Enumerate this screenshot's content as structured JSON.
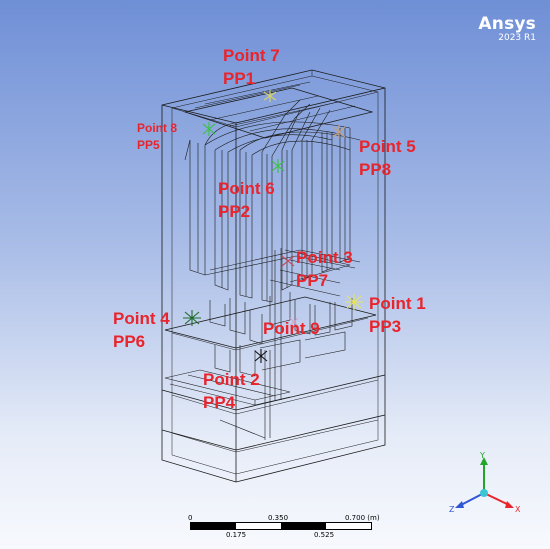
{
  "brand": {
    "name": "Ansys",
    "version": "2023 R1"
  },
  "labels": [
    {
      "id": "p7",
      "line1": "Point 7",
      "line2": "PP1"
    },
    {
      "id": "p8",
      "line1": "Point 8",
      "line2": "PP5"
    },
    {
      "id": "p5",
      "line1": "Point 5",
      "line2": "PP8"
    },
    {
      "id": "p6",
      "line1": "Point 6",
      "line2": "PP2"
    },
    {
      "id": "p3",
      "line1": "Point 3",
      "line2": "PP7"
    },
    {
      "id": "p1",
      "line1": "Point 1",
      "line2": "PP3"
    },
    {
      "id": "p4",
      "line1": "Point 4",
      "line2": "PP6"
    },
    {
      "id": "p9",
      "line1": "Point 9"
    },
    {
      "id": "p2",
      "line1": "Point 2",
      "line2": "PP4"
    }
  ],
  "scale": {
    "top": [
      "0",
      "0.350",
      "0.700 (m)"
    ],
    "bottom": [
      "0.175",
      "0.525"
    ]
  },
  "axes": {
    "x": "X",
    "y": "Y",
    "z": "Z"
  },
  "colors": {
    "label": "#e8252d",
    "axis_x": "#e8252d",
    "axis_y": "#24a52a",
    "axis_z": "#2f57d6",
    "origin": "#3cc6d4"
  }
}
